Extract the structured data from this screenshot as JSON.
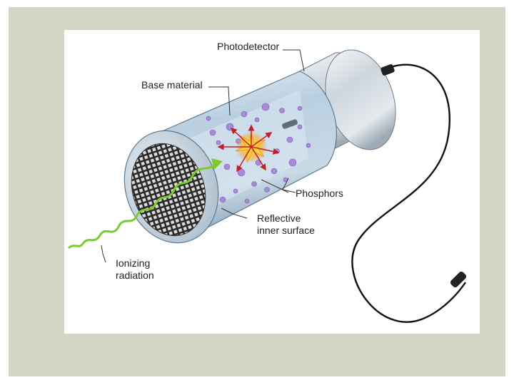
{
  "labels": {
    "photodetector": "Photodetector",
    "base_material": "Base material",
    "phosphors": "Phosphors",
    "reflective_line1": "Reflective",
    "reflective_line2": "inner surface",
    "ionizing_line1": "Ionizing",
    "ionizing_line2": "radiation"
  },
  "colors": {
    "background_frame": "#d3d6c5",
    "panel": "#ffffff",
    "cylinder_body": "#b9cfe0",
    "photodetector_body": "#cfd8df",
    "phosphor": "#a98ad8",
    "radiation_wave": "#7ccb2c",
    "flash": "#f5b324",
    "arrows": "#c0202a",
    "cable": "#111111"
  },
  "icons": {
    "grid_window": "mesh-end-cap",
    "flash": "scintillation-flash",
    "connector": "cable-connector"
  }
}
